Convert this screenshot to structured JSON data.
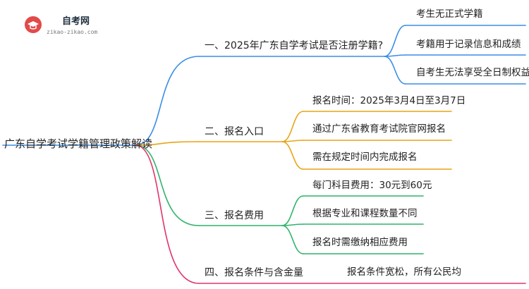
{
  "logo": {
    "title": "自考网",
    "url": "zikao-zikao.com"
  },
  "root": {
    "label": "广东自学考试学籍管理政策解读"
  },
  "colors": {
    "branch_1": "#3a8ee6",
    "branch_2": "#e8a317",
    "branch_3": "#2fb36b",
    "branch_4": "#e0356b",
    "root_stem": "#3a8ee6"
  },
  "branches": [
    {
      "label": "一、2025年广东自学考试是否注册学籍?",
      "leaves": [
        "考生无正式学籍",
        "考籍用于记录信息和成绩",
        "自考生无法享受全日制权益"
      ]
    },
    {
      "label": "二、报名入口",
      "leaves": [
        "报名时间：2025年3月4日至3月7日",
        "通过广东省教育考试院官网报名",
        "需在规定时间内完成报名"
      ]
    },
    {
      "label": "三、报名费用",
      "leaves": [
        "每门科目费用：30元到60元",
        "根据专业和课程数量不同",
        "报名时需缴纳相应费用"
      ]
    },
    {
      "label": "四、报名条件与含金量",
      "leaves": [
        "报名条件宽松，所有公民均"
      ]
    }
  ]
}
